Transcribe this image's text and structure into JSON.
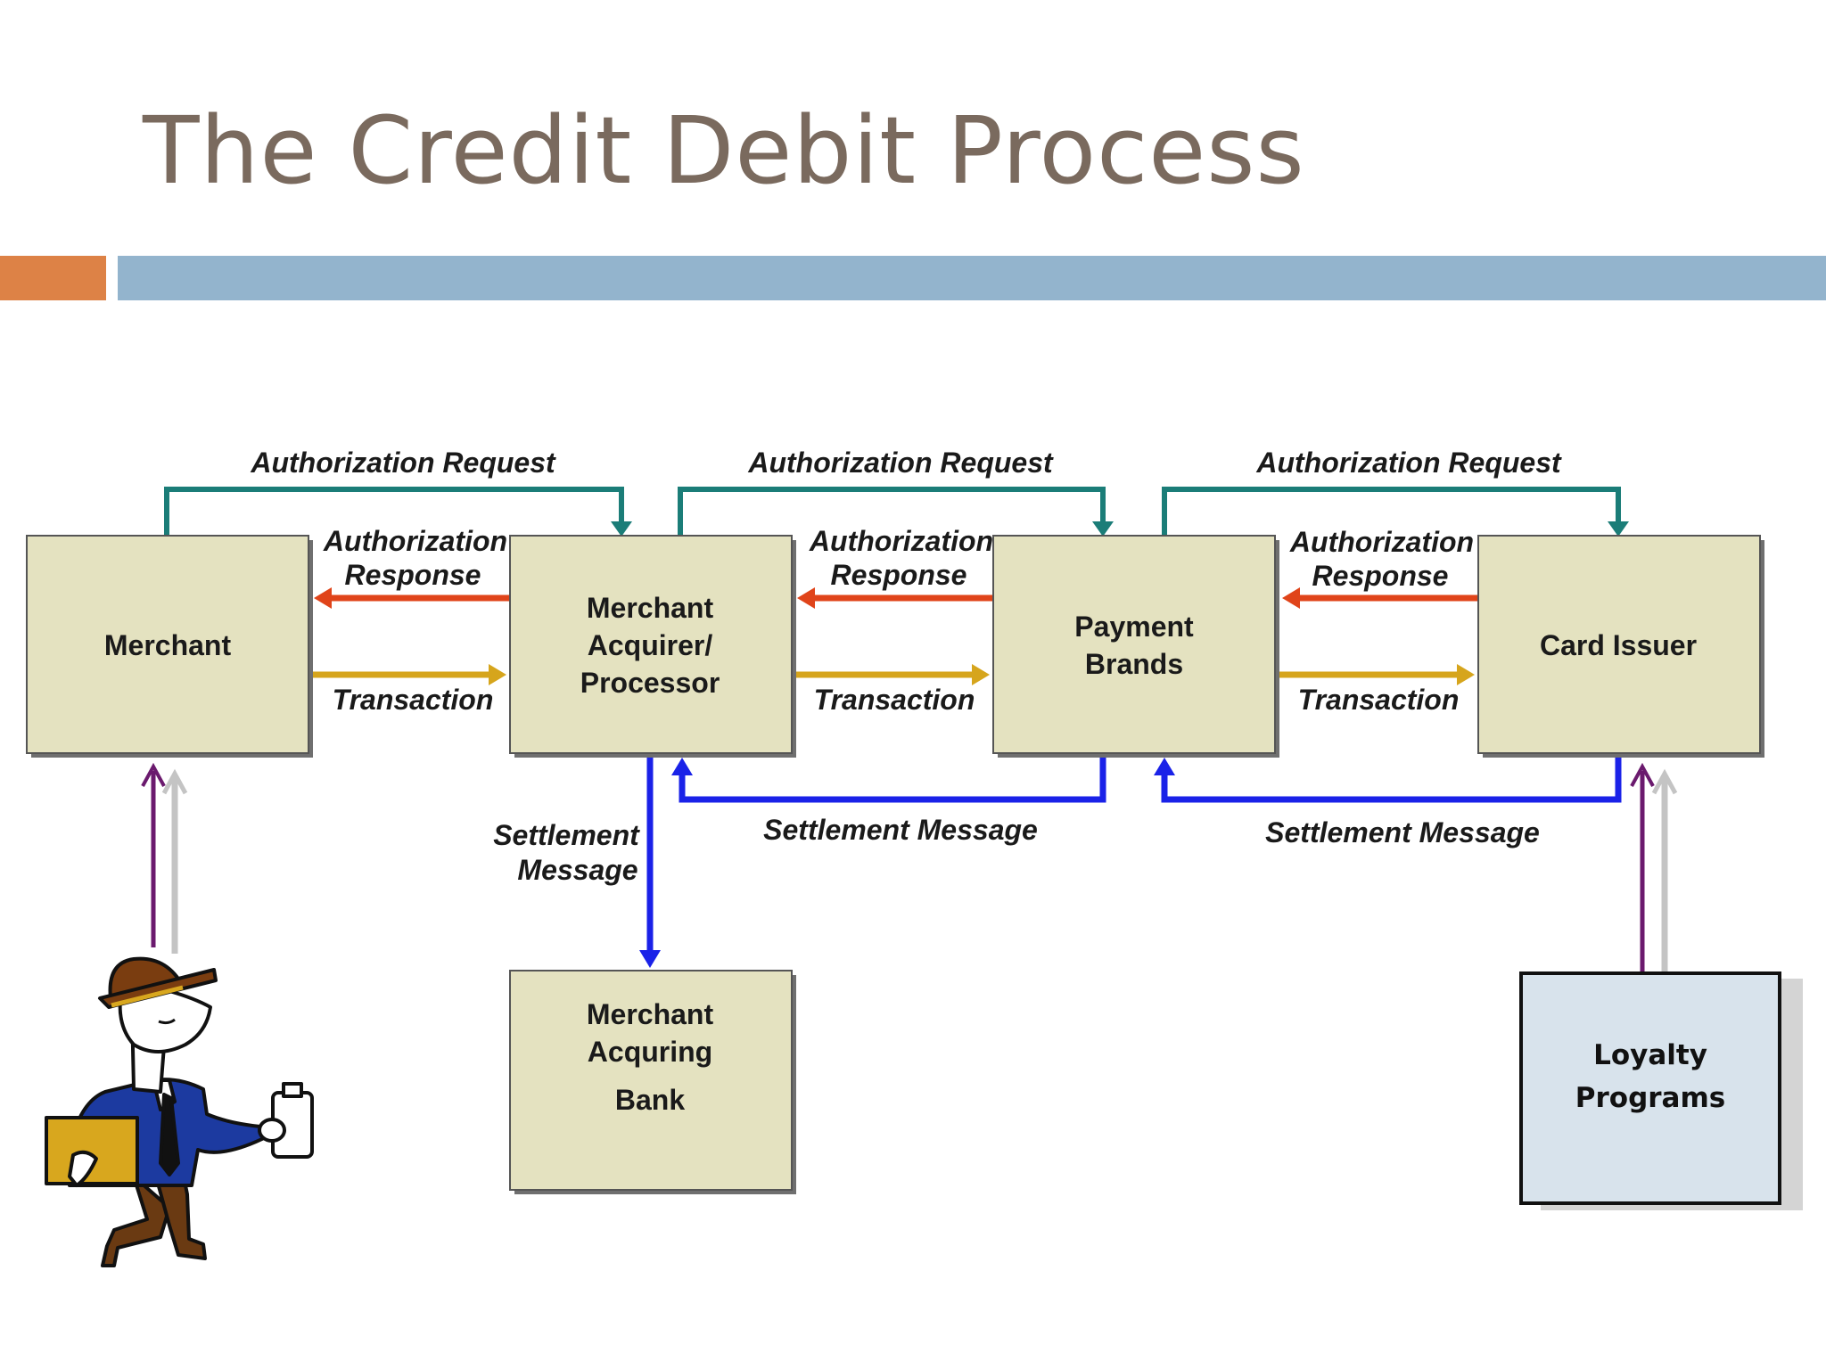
{
  "slide": {
    "title": "The Credit Debit Process"
  },
  "nodes": {
    "merchant": "Merchant",
    "acquirer": [
      "Merchant",
      "Acquirer/",
      "Processor"
    ],
    "brands": [
      "Payment",
      "Brands"
    ],
    "issuer": "Card Issuer",
    "bank": [
      "Merchant",
      "Acquring",
      "Bank"
    ],
    "loyalty": [
      "Loyalty",
      "Programs"
    ]
  },
  "edges": {
    "auth_request": "Authorization Request",
    "auth_response": [
      "Authorization",
      "Response"
    ],
    "transaction": "Transaction",
    "settlement_message": "Settlement Message",
    "settlement_message_split": [
      "Settlement",
      "Message"
    ]
  },
  "colors": {
    "title": "#7a6a5e",
    "accent_orange": "#dd8246",
    "accent_blue": "#93b4cd",
    "box_fill": "#e4e2c0",
    "loyalty_fill": "#d8e3ec",
    "request_arrow": "#1b7d78",
    "response_arrow": "#e0441a",
    "transaction_arrow": "#d6a51c",
    "settlement_arrow": "#1a22e8",
    "purple_arrow": "#6b1a6e",
    "gray_arrow": "#c4c4c4"
  },
  "icons": [
    "walking-merchant-illustration"
  ]
}
